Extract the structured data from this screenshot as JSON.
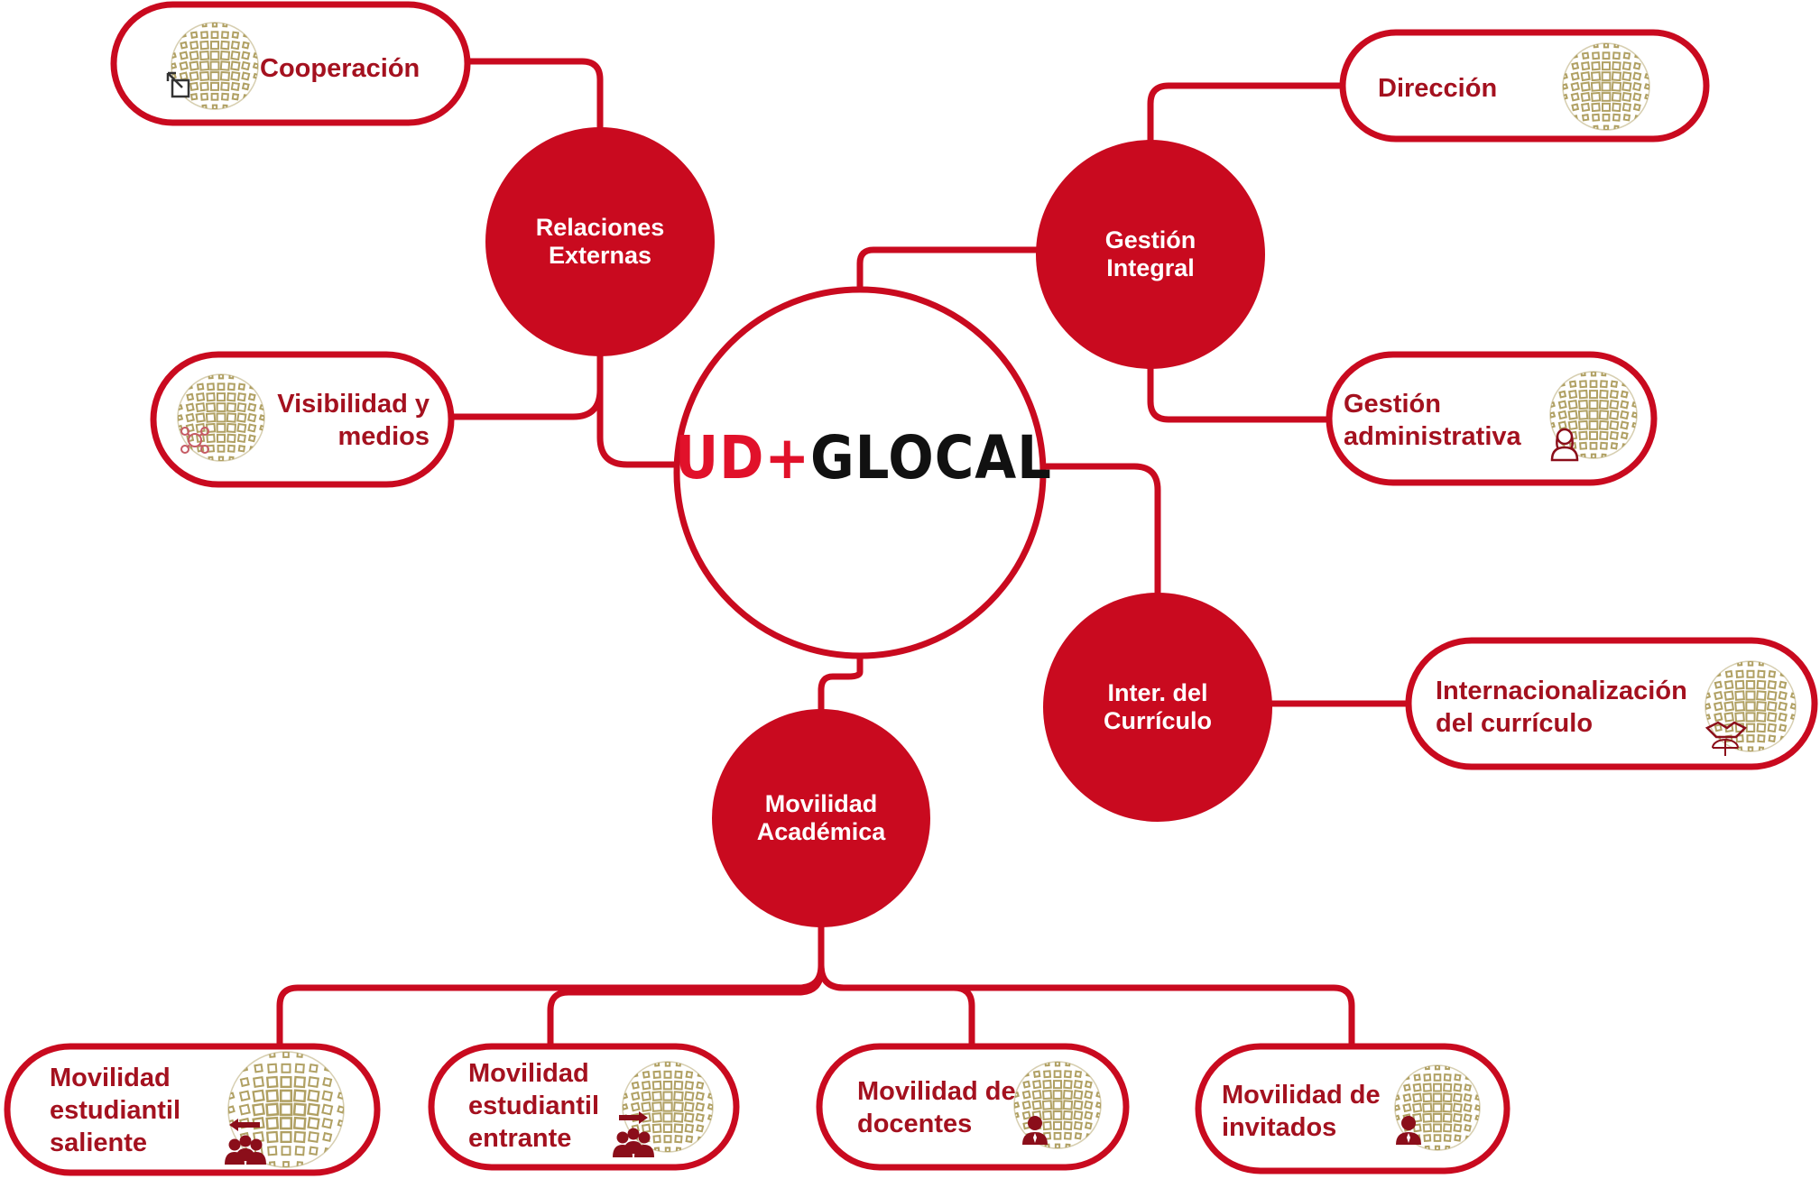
{
  "colors": {
    "brand_red": "#c90a1f",
    "label_red": "#a4111f",
    "globe_gold": "#b0a063",
    "white": "#ffffff"
  },
  "center": {
    "logo_prefix": "UD+",
    "logo_suffix": "GLOCAL"
  },
  "hubs": [
    {
      "id": "relaciones",
      "lines": [
        "Relaciones",
        "Externas"
      ]
    },
    {
      "id": "gestion",
      "lines": [
        "Gestión",
        "Integral"
      ]
    },
    {
      "id": "curriculo",
      "lines": [
        "Inter. del",
        "Currículo"
      ]
    },
    {
      "id": "movilidad",
      "lines": [
        "Movilidad",
        "Académica"
      ]
    }
  ],
  "pills": [
    {
      "id": "cooperacion",
      "lines": [
        "Cooperación"
      ],
      "icon": "external-link-icon"
    },
    {
      "id": "visibilidad",
      "lines": [
        "Visibilidad y",
        "medios"
      ],
      "icon": "network-icon"
    },
    {
      "id": "direccion",
      "lines": [
        "Dirección"
      ],
      "icon": ""
    },
    {
      "id": "gestion-administrativa",
      "lines": [
        "Gestión",
        "administrativa"
      ],
      "icon": "woman-user-icon"
    },
    {
      "id": "internacionalizacion",
      "lines": [
        "Internacionalización",
        "del currículo"
      ],
      "icon": "handshake-globe-icon"
    },
    {
      "id": "saliente",
      "lines": [
        "Movilidad",
        "estudiantil",
        "saliente"
      ],
      "icon": "group-arrow-left-icon"
    },
    {
      "id": "entrante",
      "lines": [
        "Movilidad",
        "estudiantil",
        "entrante"
      ],
      "icon": "group-arrow-right-icon"
    },
    {
      "id": "docentes",
      "lines": [
        "Movilidad de",
        "docentes"
      ],
      "icon": "person-icon"
    },
    {
      "id": "invitados",
      "lines": [
        "Movilidad de",
        "invitados"
      ],
      "icon": "person-icon"
    }
  ]
}
